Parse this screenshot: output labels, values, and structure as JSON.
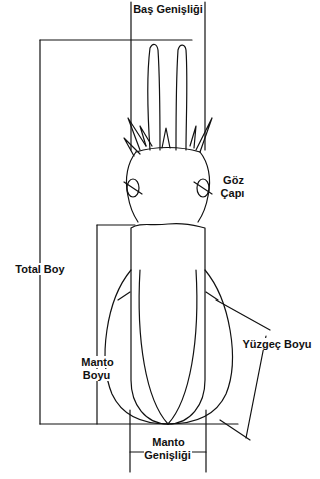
{
  "diagram": {
    "labels": [
      "Baş Genişliği",
      "Göz Çapı",
      "Total Boy",
      "Manto Boyu",
      "Yüzgeç Boyu",
      "Manto Genişliği"
    ]
  }
}
